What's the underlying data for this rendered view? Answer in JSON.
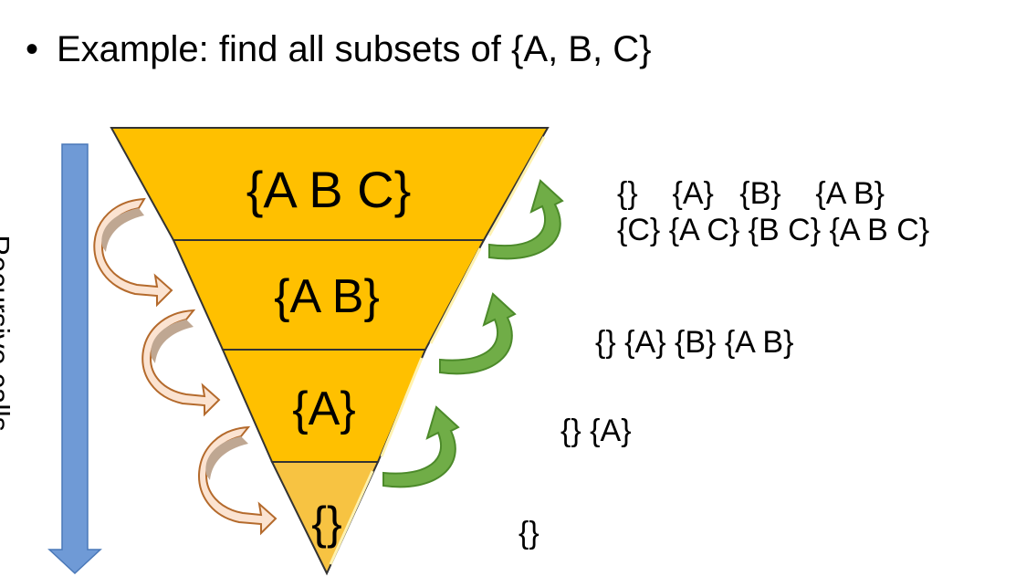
{
  "title": "Example: find all subsets of {A, B, C}",
  "axis_label": "Recursive calls",
  "levels": [
    {
      "label": "{A B C}"
    },
    {
      "label": "{A B}"
    },
    {
      "label": "{A}"
    },
    {
      "label": "{}"
    }
  ],
  "results": [
    {
      "lines": [
        "{}    {A}   {B}    {A B}",
        "{C} {A C} {B C} {A B C}"
      ]
    },
    {
      "lines": [
        "{} {A} {B} {A B}"
      ]
    },
    {
      "lines": [
        "{} {A}"
      ]
    },
    {
      "lines": [
        "{}"
      ]
    }
  ],
  "colors": {
    "funnel_fill": "#FFC000",
    "funnel_bottom_fill": "#F7C342",
    "funnel_outline": "#333333",
    "axis_arrow": "#6F9AD6",
    "call_arrow_fill": "#FBE3D1",
    "call_arrow_outline": "#B46A2C",
    "call_arrow_shade": "#BFA792",
    "return_arrow": "#70AD47",
    "return_arrow_outline": "#4C8A2A"
  },
  "icons": {
    "axis_arrow": "down-arrow-icon",
    "call_arrow": "curved-right-arrow-icon",
    "return_arrow": "curved-up-arrow-icon"
  }
}
